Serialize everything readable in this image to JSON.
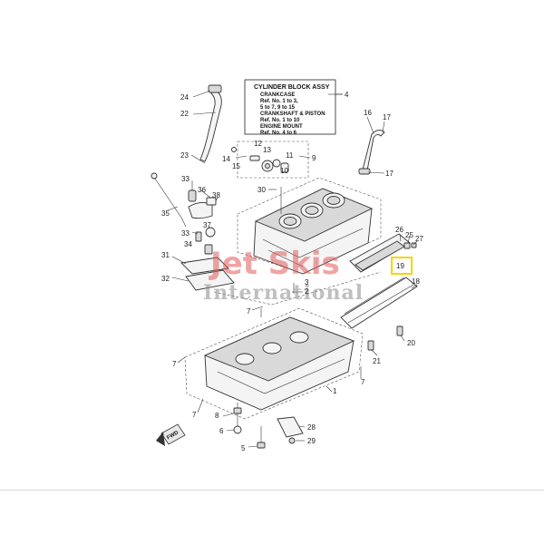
{
  "legend": {
    "title": "CYLINDER BLOCK ASSY",
    "lines": [
      "CRANKCASE",
      "Ref. No. 1 to 3,",
      "5 to 7, 9 to 15",
      "CRANKSHAFT & PISTON",
      "Ref. No. 1 to 10",
      "ENGINE MOUNT",
      "Ref. No. 4 to 6"
    ]
  },
  "watermark": {
    "line1": "Jet Skis",
    "line2": "International"
  },
  "highlight": {
    "ref": "19",
    "color": "#f2d600"
  },
  "front_marker": "FWD",
  "callouts": [
    "1",
    "2",
    "3",
    "4",
    "5",
    "6",
    "7",
    "8",
    "9",
    "10",
    "11",
    "12",
    "13",
    "14",
    "15",
    "16",
    "17",
    "18",
    "19",
    "20",
    "21",
    "22",
    "23",
    "24",
    "25",
    "26",
    "27",
    "28",
    "29",
    "30",
    "31",
    "32",
    "33",
    "34",
    "35",
    "36",
    "37",
    "38"
  ]
}
